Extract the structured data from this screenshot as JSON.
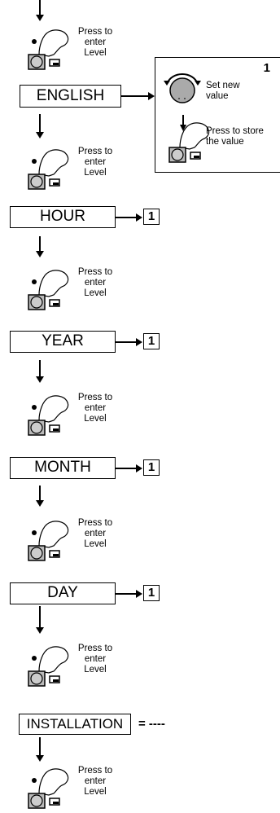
{
  "press_label": [
    "Press to",
    "enter",
    "Level"
  ],
  "levels": [
    {
      "label": "ENGLISH",
      "target": ""
    },
    {
      "label": "HOUR",
      "target": "1"
    },
    {
      "label": "YEAR",
      "target": "1"
    },
    {
      "label": "MONTH",
      "target": "1"
    },
    {
      "label": "DAY",
      "target": "1"
    },
    {
      "label": "INSTALLATION",
      "value": "= ----"
    }
  ],
  "panel": {
    "number": "1",
    "set_value_line1": "Set new",
    "set_value_line2": "value",
    "store_line1": "Press to store",
    "store_line2": "the value"
  },
  "icons": [
    "knob-icon",
    "hand-press-icon",
    "button-icon",
    "display-icon"
  ]
}
